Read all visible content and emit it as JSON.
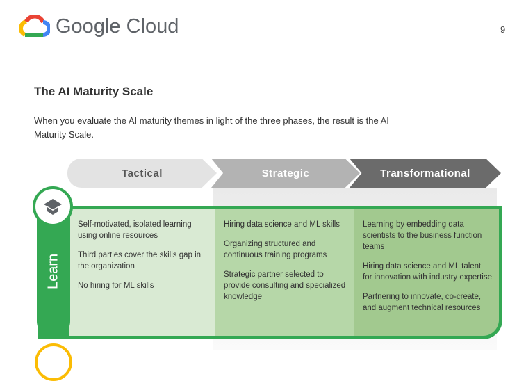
{
  "header": {
    "logo_text": "Google Cloud",
    "page_number": "9"
  },
  "section": {
    "title": "The AI Maturity Scale",
    "intro": "When you evaluate the AI maturity themes in light of the three phases, the result is the AI Maturity Scale."
  },
  "phases": [
    "Tactical",
    "Strategic",
    "Transformational"
  ],
  "theme": {
    "label": "Learn",
    "icon": "graduation-cap-icon",
    "columns": [
      [
        "Self-motivated, isolated learning using online resources",
        "Third parties cover the skills gap in the organization",
        "No hiring for ML skills"
      ],
      [
        "Hiring data science and ML skills",
        "Organizing structured and continuous training programs",
        "Strategic partner selected to provide consulting and specialized knowledge"
      ],
      [
        "Learning by embedding data scientists to the business function teams",
        "Hiring data science and ML talent for innovation with industry expertise",
        "Partnering to innovate, co-create, and augment technical resources"
      ]
    ]
  },
  "colors": {
    "green": "#34a853",
    "yellow": "#fbbc04"
  }
}
